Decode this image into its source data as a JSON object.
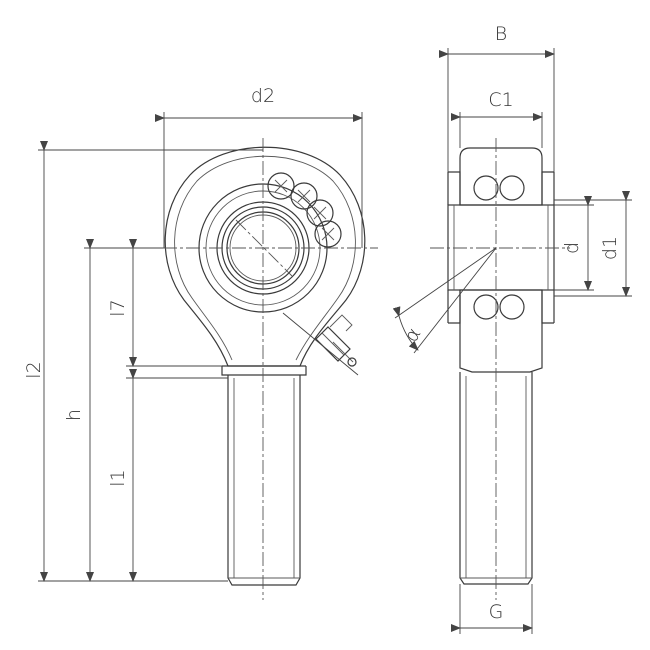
{
  "drawing": {
    "labels": {
      "d2": "d2",
      "l2": "l2",
      "h": "h",
      "l7": "l7",
      "l1": "l1",
      "B": "B",
      "C1": "C1",
      "d": "d",
      "d1": "d1",
      "alpha": "α",
      "G": "G"
    }
  }
}
